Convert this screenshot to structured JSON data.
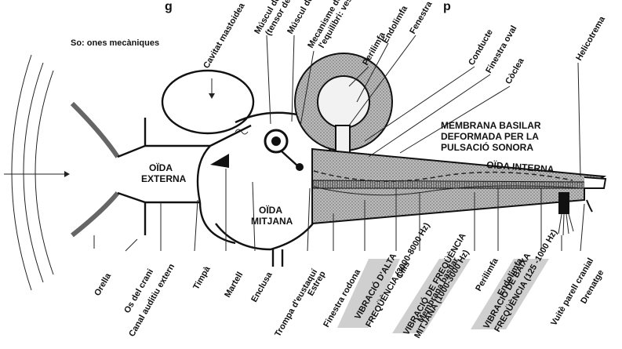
{
  "title_fragment": "g",
  "title_rest": "p",
  "labels": {
    "so": "So: ones mecàniques",
    "cavitat": "Cavitat mastoidea",
    "muscul_martell": "Múscul del martell",
    "tensor": "(tensor del timpà)",
    "muscul_estrep": "Múscul de l'estrep",
    "mecanisme": "Mecanisme de",
    "equilibri": "l'equilibri: vestíbul",
    "perilimfa_top": "Perilimfa",
    "endolimfa_top": "Endolimfa",
    "fenestra": "Fenestra",
    "conducte": "Conducte",
    "finestra_oval": "Finestra oval",
    "coclea": "Còclea",
    "helicotrema": "Helicotrema",
    "membrana_1": "MEMBRANA BASILAR",
    "membrana_2": "DEFORMADA PER LA",
    "membrana_3": "PULSACIÓ SONORA",
    "oida_interna": "OÏDA INTERNA",
    "oida_externa_1": "OÏDA",
    "oida_externa_2": "EXTERNA",
    "oida_mitjana_1": "OÏDA",
    "oida_mitjana_2": "MITJANA",
    "orella": "Orella",
    "os_crani": "Os del crani",
    "canal": "Canal auditiu extern",
    "timpa": "Timpà",
    "martell": "Martell",
    "enclusa": "Enclusa",
    "trompa": "Trompa d'eustaquí",
    "estrep": "Estrep",
    "finestra_rodona": "Finestra rodona",
    "vib_alta_1": "VIBRACIÓ D'ALTA",
    "vib_alta_2": "FREQÜÈNCIA (3000-8000 Hz)",
    "cilis": "Cilis",
    "membrana_basilar": "Membrana basilar",
    "vib_mitjana_1": "VIBRACIÓ DE FREQÜÈNCIA",
    "vib_mitjana_2": "MITJANA (1000-3000 Hz)",
    "perilimfa_bot": "Perilimfa",
    "endolimfa_bot": "Endolimfa",
    "vib_baixa_1": "VIBRACIÓ DE BAIXA",
    "vib_baixa_2": "FREQÜÈNCIA (125 -1000 Hz)",
    "vuite": "Vuitè parell cranial",
    "drenatge": "Drenatge"
  }
}
